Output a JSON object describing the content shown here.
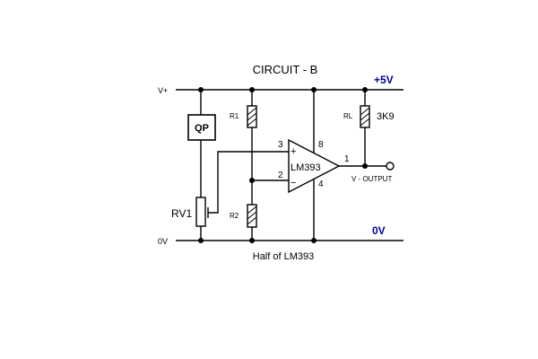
{
  "diagram": {
    "title": "CIRCUIT - B",
    "rails": {
      "v_plus": "V+",
      "zero_v": "0V",
      "plus_5v": "+5V",
      "zero_v_right": "0V"
    },
    "components": {
      "qp": "QP",
      "r1": "R1",
      "r2": "R2",
      "rv1": "RV1",
      "rl": "RL",
      "rl_value": "3K9",
      "opamp": "LM393"
    },
    "pins": {
      "in_plus": "3",
      "in_minus": "2",
      "vcc": "8",
      "gnd": "4",
      "out": "1",
      "plus_sign": "+",
      "minus_sign": "−"
    },
    "output_label": "V - OUTPUT",
    "caption": "Half of LM393",
    "colors": {
      "rail_label": "#00008b",
      "line": "#000000"
    }
  }
}
